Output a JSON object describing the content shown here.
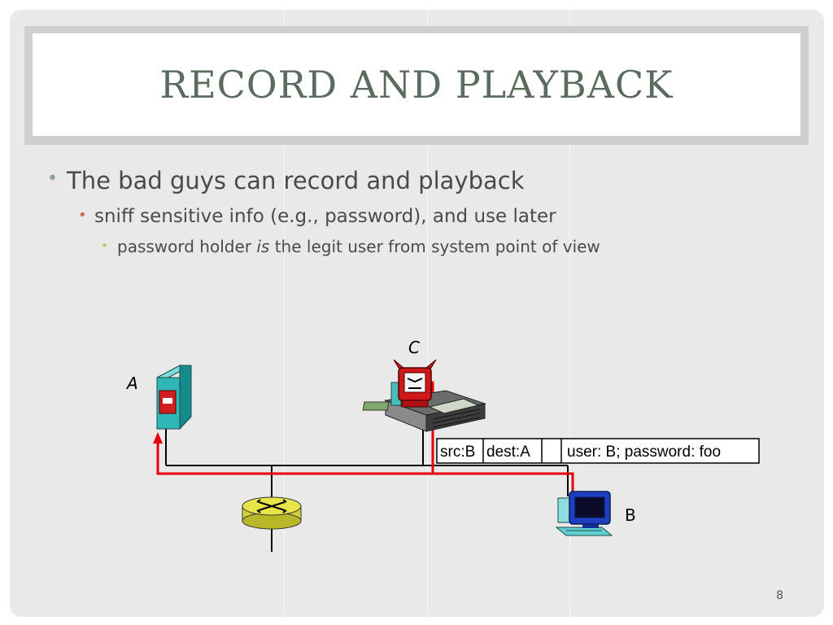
{
  "slide": {
    "title": "RECORD AND PLAYBACK",
    "bullets": {
      "level1": "The bad guys can record and playback",
      "level2": "sniff sensitive info (e.g., password), and use later",
      "level3_pre": "password holder ",
      "level3_em": "is",
      "level3_post": " the legit user from system point of view"
    },
    "page_number": "8"
  },
  "diagram": {
    "node_a_label": "A",
    "node_b_label": "B",
    "node_c_label": "C",
    "packet": {
      "src": "src:B",
      "dest": "dest:A",
      "payload": "user: B; password: foo"
    },
    "highlight_color": "#e8000b"
  }
}
